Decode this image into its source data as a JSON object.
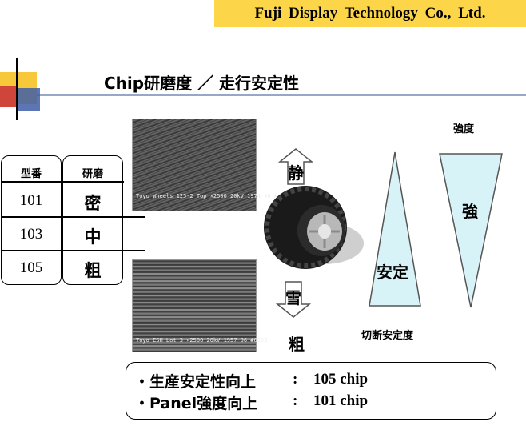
{
  "header": {
    "company": "Fuji  Display  Technology Co.,  Ltd."
  },
  "slide": {
    "title": "Chip研磨度  ／  走行安定性"
  },
  "table": {
    "headers": [
      "型番",
      "研磨"
    ],
    "rows": [
      {
        "model": "101",
        "grade": "密"
      },
      {
        "model": "103",
        "grade": "中"
      },
      {
        "model": "105",
        "grade": "粗"
      }
    ]
  },
  "photos": {
    "top_caption": "Toyo Wheels 125-2 Top  ×2500  20kV  1974-96  #4777",
    "bottom_caption": "Toyo ESH Lot 3  ×2500  20kV  1957-96  #0003"
  },
  "tire": {
    "up_label": "静",
    "down_label": "雪",
    "bottom_label": "粗"
  },
  "triangles": {
    "cut_stability_label": "安定",
    "cut_stability_caption": "切断安定度",
    "strength_title": "強度",
    "strength_label": "強"
  },
  "summary": {
    "line1_label": "・生産安定性向上",
    "line1_sep": ":",
    "line1_value": "105  chip",
    "line2_label": "・Panel強度向上",
    "line2_sep": ":",
    "line2_value": "101  chip"
  },
  "colors": {
    "banner": "#fcd648",
    "triangle_fill": "#d8f3f8",
    "deco_red": "#d0453a",
    "deco_blue": "#3f5ea8"
  }
}
